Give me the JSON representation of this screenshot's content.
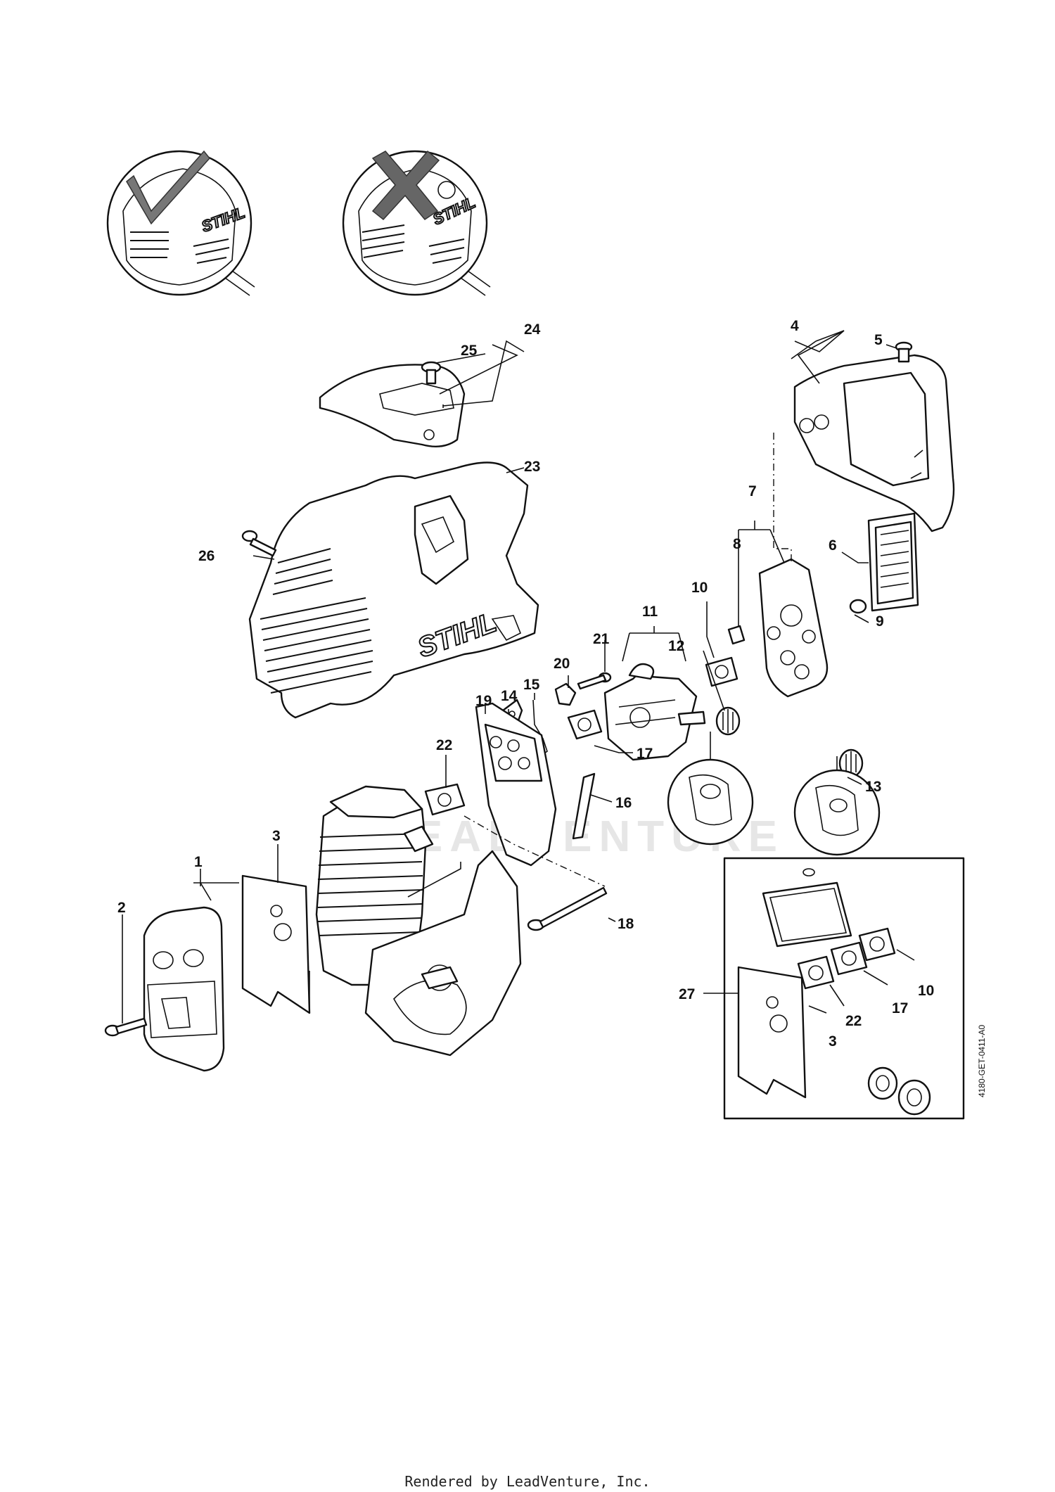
{
  "labels": [
    {
      "n": "1"
    },
    {
      "n": "2"
    },
    {
      "n": "3"
    },
    {
      "n": "4"
    },
    {
      "n": "5"
    },
    {
      "n": "6"
    },
    {
      "n": "7"
    },
    {
      "n": "8"
    },
    {
      "n": "9"
    },
    {
      "n": "10"
    },
    {
      "n": "11"
    },
    {
      "n": "12"
    },
    {
      "n": "13"
    },
    {
      "n": "14"
    },
    {
      "n": "15"
    },
    {
      "n": "16"
    },
    {
      "n": "17"
    },
    {
      "n": "18"
    },
    {
      "n": "19"
    },
    {
      "n": "20"
    },
    {
      "n": "21"
    },
    {
      "n": "22"
    },
    {
      "n": "23"
    },
    {
      "n": "24"
    },
    {
      "n": "25"
    },
    {
      "n": "26"
    },
    {
      "n": "27"
    }
  ],
  "kit_labels": [
    {
      "n": "10"
    },
    {
      "n": "17"
    },
    {
      "n": "22"
    },
    {
      "n": "3"
    }
  ],
  "brand": "STIHL",
  "watermark": "LEADVENTURE",
  "drawing_code": "4180-GET-0411-A0",
  "footer_text": "Rendered by LeadVenture, Inc.",
  "icons": [
    "check-mark-icon",
    "cross-mark-icon"
  ]
}
